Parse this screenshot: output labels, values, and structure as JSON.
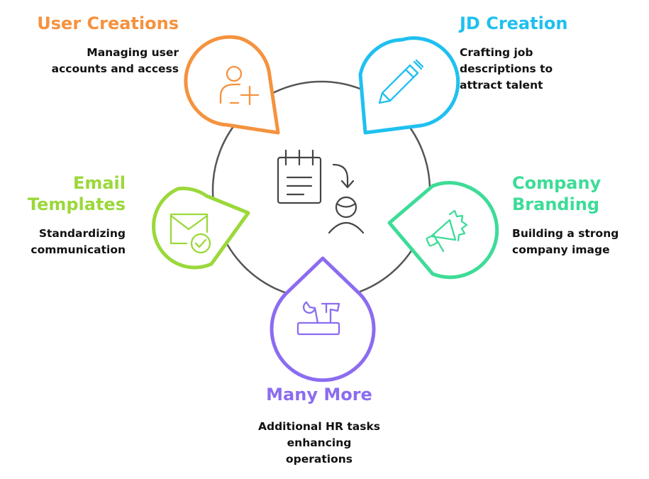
{
  "center": {
    "icon": "hr-task-assign-icon"
  },
  "nodes": [
    {
      "id": "user-creations",
      "title": "User Creations",
      "desc": [
        "Managing user",
        "accounts and access"
      ],
      "color": "#F5923E",
      "icon": "user-add-icon"
    },
    {
      "id": "jd-creation",
      "title": "JD Creation",
      "desc": [
        "Crafting job",
        "descriptions to",
        "attract talent"
      ],
      "color": "#1FC0F0",
      "icon": "pen-icon"
    },
    {
      "id": "company-branding",
      "title": [
        "Company",
        "Branding"
      ],
      "desc": [
        "Building a strong",
        "company image"
      ],
      "color": "#3DDC97",
      "icon": "megaphone-icon"
    },
    {
      "id": "many-more",
      "title": "Many More",
      "desc": [
        "Additional HR tasks",
        "enhancing",
        "operations"
      ],
      "color": "#8B6CF0",
      "icon": "toolbox-icon"
    },
    {
      "id": "email-templates",
      "title": [
        "Email",
        "Templates"
      ],
      "desc": [
        "Standardizing",
        "communication"
      ],
      "color": "#9BD83A",
      "icon": "email-check-icon"
    }
  ]
}
